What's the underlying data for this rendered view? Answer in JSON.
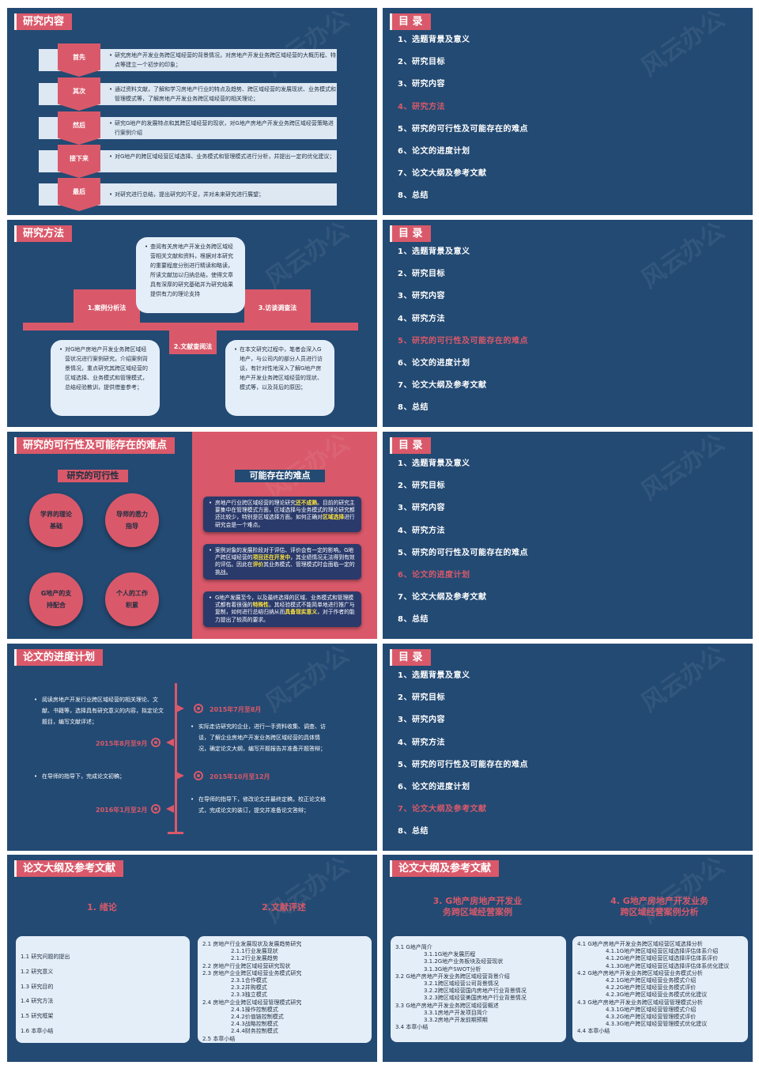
{
  "watermark": "风云办公",
  "toc": {
    "title": "目 录",
    "items": [
      "1、选题背景及意义",
      "2、研究目标",
      "3、研究内容",
      "4、研究方法",
      "5、研究的可行性及可能存在的难点",
      "6、论文的进度计划",
      "7、论文大纲及参考文献",
      "8、总结"
    ]
  },
  "slide1": {
    "title": "研究内容",
    "rows": [
      {
        "tag": "首先",
        "text": "研究房地产开发业务跨区域经营的背景情况，对房地产开发业务跨区域经营的大概历程、特点等建立一个初步的印象；"
      },
      {
        "tag": "其次",
        "text": "通过资料文献，了解和学习房地产行业的特点及趋势、跨区域经营的发展现状、业务模式和管理模式等，了解房地产开发业务跨区域经营的相关理论；"
      },
      {
        "tag": "然后",
        "text": "研究G地产的发展特点和其跨区域经营的现状，对G地产房地产开发业务跨区域经营策略进行案例介绍"
      },
      {
        "tag": "接下来",
        "text": "对G地产的跨区域经营区域选择、业务模式和管理模式进行分析，并提出一定的优化建议；"
      },
      {
        "tag": "最后",
        "text": "对研究进行总结，提出研究的不足，并对未来研究进行展望；"
      }
    ]
  },
  "slide3": {
    "title": "研究方法",
    "label1": "1.案例分析法",
    "label2": "2.文献查阅法",
    "label3": "3.访谈调查法",
    "box_top": "查阅有关房地产开发业务跨区域经营相关文献和资料，根据对本研究的重要程度分别进行精读和略读，所读文献加以归纳总结，使得文章具有深厚的研究基础并为研究结果提供有力的理论支持",
    "box_left": "对G地产房地产开发业务跨区域经营状况进行案例研究，介绍案例背景情况，重点研究其跨区域经营的区域选择、业务模式和管理模式，总结经验教训，提供借鉴参考；",
    "box_right": "在本文研究过程中，笔者会深入G地产，与公司内的部分人员进行访谈，有针对性地深入了解G地产房地产开发业务跨区域经营的现状、模式等，以及背后的原因；"
  },
  "slide5": {
    "title": "研究的可行性及可能存在的难点",
    "left_title": "研究的可行性",
    "right_title": "可能存在的难点",
    "circles": [
      "学界的理论基础",
      "导师的悉力指导",
      "G地产的支持配合",
      "个人的工作积累"
    ],
    "cards": [
      {
        "a": "房地产行业跨区域经营的理论研究",
        "b": "还不成熟",
        "c": "。目前的研究主要集中在管理模式方面，区域选择与业务模式的理论研究都还比较少，特别是区域选择方面。如何正确对",
        "d": "区域选择",
        "e": "进行研究会是一个难点。"
      },
      {
        "a": "案例对象的发展阶段对于评估、评价会有一定的影响。G地产跨区域经营的",
        "b": "项目还在开发中",
        "c": "，其业绩情况无法得到有效的评估。因此在",
        "d": "评价",
        "e": "其业务模式、管理模式时会面临一定的挑战。"
      },
      {
        "a": "G地产发展至今，以及最终选择的区域、业务模式和管理模式都有着很强的",
        "b": "特殊性",
        "c": "。其经验模式不能简单地进行推广与复制，如何进行总结归纳从而",
        "d": "具备现实意义",
        "e": "，对于作者的能力提出了较高的要求。"
      }
    ]
  },
  "slide7": {
    "title": "论文的进度计划",
    "dates": [
      "2015年7月至8月",
      "2015年8月至9月",
      "2015年10月至12月",
      "2016年1月至2月"
    ],
    "texts": [
      "阅读房地产开发行业跨区域经营的相关理论、文献、书籍等，选择具有研究意义的内容，拟定论文题目，编写文献评述；",
      "实际走访研究的企业，进行一手资料收集、调查、访谈，了解企业房地产开发业务跨区域经营的具体情况，确定论文大纲，编写开题报告并准备开题答辩；",
      "在导师的指导下，完成论文初稿；",
      "在导师的指导下，修改论文并最终定稿，校正论文格式，完成论文的装订，提交并准备论文答辩；"
    ]
  },
  "slide9": {
    "title": "论文大纲及参考文献",
    "col1_head": "1. 绪论",
    "col2_head": "2.文献评述",
    "col1": [
      "1.1 研究问题的提出",
      "1.2 研究意义",
      "1.3 研究目的",
      "1.4 研究方法",
      "1.5 研究框架",
      "1.6 本章小结"
    ],
    "col2": [
      {
        "t": "2.1 房地产行业发展现状及发展趋势研究",
        "l": 1
      },
      {
        "t": "2.1.1行业发展现状",
        "l": 2
      },
      {
        "t": "2.1.2行业发展趋势",
        "l": 2
      },
      {
        "t": "2.2 房地产行业跨区域经营研究现状",
        "l": 1
      },
      {
        "t": "2.3 房地产企业跨区域经营业务模式研究",
        "l": 1
      },
      {
        "t": "2.3.1合作模式",
        "l": 2
      },
      {
        "t": "2.3.2并购模式",
        "l": 2
      },
      {
        "t": "2.3.3独立模式",
        "l": 2
      },
      {
        "t": "2.4 房地产企业跨区域经营管理模式研究",
        "l": 1
      },
      {
        "t": "2.4.1操作控制模式",
        "l": 2
      },
      {
        "t": "2.4.2价值链控制模式",
        "l": 2
      },
      {
        "t": "2.4.3战略控制模式",
        "l": 2
      },
      {
        "t": "2.4.4财务控制模式",
        "l": 2
      },
      {
        "t": "2.5 本章小结",
        "l": 1
      }
    ]
  },
  "slide10": {
    "title": "论文大纲及参考文献",
    "col1_head_a": "3. G地产房地产开发业",
    "col1_head_b": "务跨区域经营案例",
    "col2_head_a": "4. G地产房地产开发业务",
    "col2_head_b": "跨区域经营案例分析",
    "col1": [
      {
        "t": "3.1 G地产简介",
        "l": 1
      },
      {
        "t": "3.1.1G地产发展历程",
        "l": 2
      },
      {
        "t": "3.1.2G地产业务板块及经营现状",
        "l": 2
      },
      {
        "t": "3.1.3G地产SWOT分析",
        "l": 2
      },
      {
        "t": "3.2 G地产房地产开发业务跨区域经营背景介绍",
        "l": 1
      },
      {
        "t": "3.2.1跨区域经营公司背景情况",
        "l": 2
      },
      {
        "t": "3.2.2跨区域经营国内房地产行业背景情况",
        "l": 2
      },
      {
        "t": "3.2.3跨区域经营美国房地产行业背景情况",
        "l": 2
      },
      {
        "t": "3.3 G地产房地产开发业务跨区域经营概述",
        "l": 1
      },
      {
        "t": "3.3.1房地产开发项目简介",
        "l": 2
      },
      {
        "t": "3.3.2房地产开发前期预期",
        "l": 2
      },
      {
        "t": "3.4 本章小结",
        "l": 1
      }
    ],
    "col2": [
      {
        "t": "4.1 G地产房地产开发业务跨区域经营区域选择分析",
        "l": 1
      },
      {
        "t": "4.1.1G地产跨区域经营区域选择评估体系介绍",
        "l": 2
      },
      {
        "t": "4.1.2G地产跨区域经营区域选择评估体系评价",
        "l": 2
      },
      {
        "t": "4.1.3G地产跨区域经营区域选择评估体系优化建议",
        "l": 2
      },
      {
        "t": "4.2 G地产房地产开发业务跨区域经营业务模式分析",
        "l": 1
      },
      {
        "t": "4.2.1G地产跨区域经营业务模式介绍",
        "l": 2
      },
      {
        "t": "4.2.2G地产跨区域经营业务模式评价",
        "l": 2
      },
      {
        "t": "4.2.3G地产跨区域经营业务模式优化建议",
        "l": 2
      },
      {
        "t": "4.3 G地产房地产开发业务跨区域经营管理模式分析",
        "l": 1
      },
      {
        "t": "4.3.1G地产跨区域经营管理模式介绍",
        "l": 2
      },
      {
        "t": "4.3.2G地产跨区域经营管理模式评价",
        "l": 2
      },
      {
        "t": "4.3.3G地产跨区域经营管理模式优化建议",
        "l": 2
      },
      {
        "t": "4.4 本章小结",
        "l": 1
      }
    ]
  }
}
